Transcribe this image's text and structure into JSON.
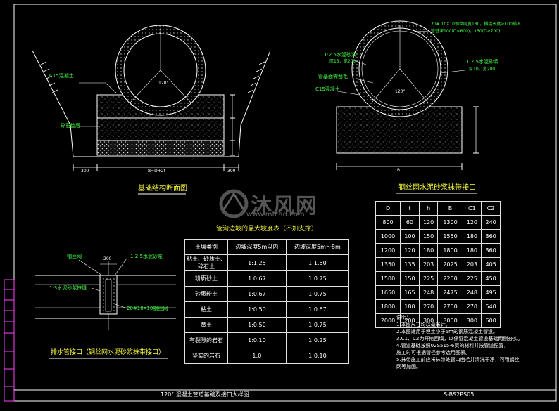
{
  "drawing": {
    "title_left": "基础结构断面图",
    "title_right": "钢丝网水泥砂浆抹带接口",
    "title_table": "管沟边坡的最大坡度表（不加支撑）",
    "title_detail": "排水管接口（钢丝网水泥砂浆抹带接口）",
    "bottom_caption": "120° 混凝土管道基础及接口大样图",
    "drawing_no": "S-BS2PS05"
  },
  "labels_left": {
    "c15": "C15混凝土",
    "gravel": "碎石垫层",
    "dim_left": "300",
    "dim_right": "300",
    "dim_mid": "B=D+2t",
    "angle": "120°"
  },
  "labels_right": {
    "mesh": "20# 10X10钢丝网宽180，插接长度≥100插入",
    "mesh2": "管基深100(D≤600)，150(D≥700)",
    "mortar1": "1:2.5水泥砂浆",
    "mortar1b": "厚15，宽200",
    "mortar2": "1:2.5水泥砂浆",
    "mortar2b": "厚10，宽200",
    "fill": "管基面需凿毛",
    "c15": "C15混凝土",
    "angle": "120°",
    "dim_b": "B"
  },
  "labels_detail": {
    "mesh": "钢丝网",
    "mortar": "1:2.5水泥砂浆",
    "mortar_side": "1:3水泥砂浆抹缝",
    "mesh_spec": "20#10X10钢丝网",
    "dim": "200"
  },
  "slope_table": {
    "headers": [
      "土壤类别",
      "边坡深度5m以内",
      "边坡深度5m～8m"
    ],
    "rows": [
      [
        "粘土、砂质土、碎石土",
        "1:1.25",
        "1:1.50"
      ],
      [
        "粉质砂土",
        "1:0.67",
        "1:0.75"
      ],
      [
        "砂质粉土",
        "1:0.67",
        "1:0.75"
      ],
      [
        "粘土",
        "1:0.50",
        "1:0.67"
      ],
      [
        "黄土",
        "1:0.50",
        "1:0.75"
      ],
      [
        "有裂隙的岩石",
        "1:0.10",
        "1:0.25"
      ],
      [
        "坚实的岩石",
        "1:0",
        "1:0.10"
      ]
    ]
  },
  "dim_table": {
    "headers": [
      "D",
      "t",
      "h",
      "B",
      "C1",
      "C2"
    ],
    "rows": [
      [
        "800",
        "60",
        "120",
        "1300",
        "120",
        "240"
      ],
      [
        "1000",
        "100",
        "150",
        "1550",
        "180",
        "360"
      ],
      [
        "1200",
        "120",
        "180",
        "1800",
        "180",
        "360"
      ],
      [
        "1350",
        "135",
        "203",
        "2025",
        "203",
        "405"
      ],
      [
        "1500",
        "150",
        "225",
        "2250",
        "225",
        "450"
      ],
      [
        "1650",
        "165",
        "248",
        "2475",
        "248",
        "495"
      ],
      [
        "1800",
        "180",
        "270",
        "2700",
        "270",
        "540"
      ],
      [
        "2000",
        "200",
        "300",
        "3000",
        "300",
        "600"
      ]
    ]
  },
  "notes": {
    "title": "说明：",
    "items": [
      "1.本图尺寸均以毫米计。",
      "2.本图适用于埋土小于5m的钢筋混凝土管道。",
      "3.C1、C2为开挖回填，以保证混凝土管道基础两侧夯实。",
      "4.管道基础按照02S515-6页的材料并按管道配置，",
      "  施工时可根据管径参考选用图表。",
      "5.抹带施工前应将抹带处管口凿毛并清洗干净，可用钢丝",
      "  网等加固。"
    ]
  },
  "watermark": {
    "brand": "沐风网",
    "url": "www.mfcad.com"
  },
  "colors": {
    "background": "#000000",
    "line": "#ffffff",
    "text_yellow": "#ffff40",
    "text_green": "#40ff40",
    "border_magenta": "#ff40ff"
  }
}
